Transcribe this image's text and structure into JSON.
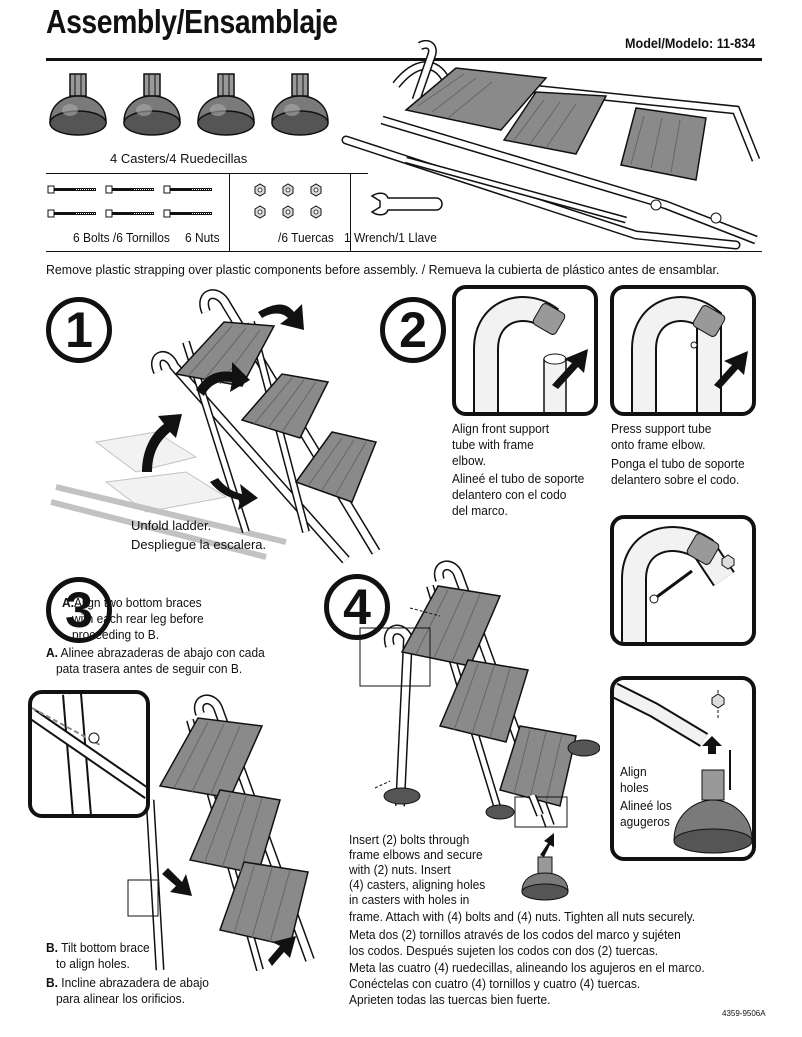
{
  "header": {
    "title": "Assembly/Ensamblaje",
    "model": "Model/Modelo: 11-834"
  },
  "parts": {
    "casters": "4 Casters/4 Ruedecillas",
    "bolts": "6 Bolts /6 Tornillos",
    "nuts": "6 Nuts",
    "nuts_es": "/6 Tuercas",
    "wrench": "1 Wrench/1 Llave"
  },
  "notice": "Remove plastic strapping over plastic components before assembly. / Remueva la cubierta de plástico antes de ensamblar.",
  "steps": {
    "s1": {
      "number": "1",
      "line1": "Unfold ladder.",
      "line2": "Despliegue la escalera."
    },
    "s2": {
      "number": "2",
      "a_en_1": "Align front support",
      "a_en_2": "tube with frame",
      "a_en_3": "elbow.",
      "a_es_1": "Alineé el tubo de soporte",
      "a_es_2": "delantero con el codo",
      "a_es_3": "del marco.",
      "b_en_1": "Press support tube",
      "b_en_2": "onto frame elbow.",
      "b_es_1": "Ponga el tubo de soporte",
      "b_es_2": "delantero sobre el codo."
    },
    "s3": {
      "number": "3",
      "a_label": "A.",
      "a_en_1": "Align two bottom braces",
      "a_en_2": "with each rear leg before",
      "a_en_3": "proceeding to B.",
      "a_es_label": "A.",
      "a_es_1": "Alinee abrazaderas de abajo con cada",
      "a_es_2": "pata trasera antes de seguir con B.",
      "b_label": "B.",
      "b_en_1": "Tilt bottom brace",
      "b_en_2": "to align holes.",
      "b_es_label": "B.",
      "b_es_1": "Incline abrazadera de abajo",
      "b_es_2": "para alinear los orificios."
    },
    "s4": {
      "number": "4",
      "align_en_1": "Align",
      "align_en_2": "holes",
      "align_es_1": "Alineé los",
      "align_es_2": "agugeros",
      "en_1": "Insert (2) bolts through",
      "en_2": "frame elbows and secure",
      "en_3": "with (2) nuts. Insert",
      "en_4": "(4) casters, aligning holes",
      "en_5": "in casters with holes in",
      "en_6": "frame. Attach with (4) bolts and (4) nuts. Tighten all nuts securely.",
      "es_1": "Meta dos (2) tornillos através de los codos del marco y sujéten",
      "es_2": "los codos. Después sujeten los codos con dos (2) tuercas.",
      "es_3": "Meta las cuatro (4) ruedecillas, alineando los agujeros en el marco.",
      "es_4": "Conéctelas con cuatro (4) tornillos y cuatro (4) tuercas.",
      "es_5": "Aprieten todas las tuercas bien fuerte."
    }
  },
  "footer": {
    "code": "4359-9506A"
  },
  "colors": {
    "ink": "#111111",
    "step_tread": "#8a8a8a",
    "shade": "#b5b5b5"
  }
}
